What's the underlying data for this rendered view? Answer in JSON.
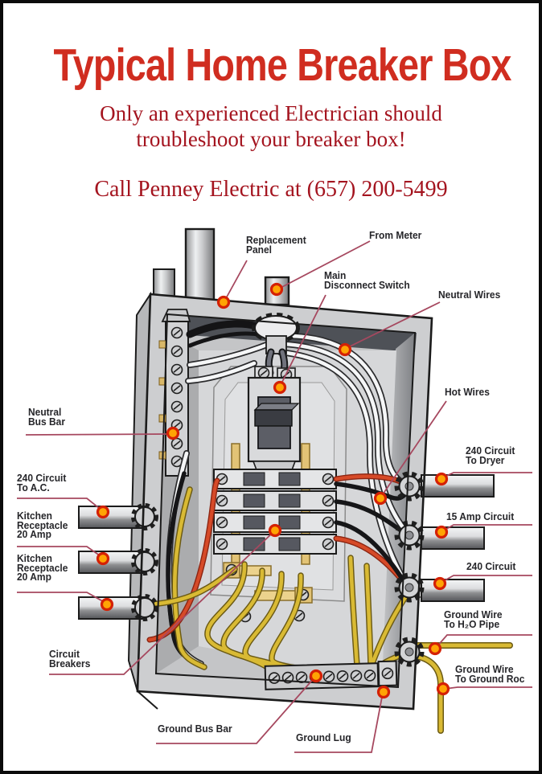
{
  "header": {
    "title": "Typical Home Breaker Box",
    "subtitle": "Only an experienced Electrician should\ntroubleshoot your breaker box!",
    "phone_line": "Call Penney Electric at (657) 200-5499"
  },
  "colors": {
    "title_red": "#d02d20",
    "body_red": "#a4141f",
    "callout_line": "#a6485f",
    "dot_ring": "#d42105",
    "dot_center": "#ffa404",
    "wire_yellow": "#d9ba34",
    "wire_red": "#d64a28",
    "wire_white": "#f5f6f7",
    "wire_black": "#161618",
    "metal_light": "#cdced0",
    "interior_dark": "#4e5157"
  },
  "labels": {
    "replacement_panel": "Replacement\nPanel",
    "from_meter": "From Meter",
    "main_disconnect": "Main\nDisconnect Switch",
    "neutral_wires": "Neutral Wires",
    "hot_wires": "Hot Wires",
    "circuit_240_dryer": "240 Circuit\nTo Dryer",
    "amp_15_circuit": "15 Amp Circuit",
    "circuit_240": "240 Circuit",
    "ground_wire_h2o": "Ground Wire\nTo H₂O Pipe",
    "ground_wire_rod": "Ground Wire\nTo Ground Roc",
    "neutral_bus_bar": "Neutral\nBus Bar",
    "circuit_240_ac": "240 Circuit\nTo A.C.",
    "kitchen_receptacle_1": "Kitchen\nReceptacle\n20 Amp",
    "kitchen_receptacle_2": "Kitchen\nReceptacle\n20 Amp",
    "circuit_breakers": "Circuit\nBreakers",
    "ground_bus_bar": "Ground Bus Bar",
    "ground_lug": "Ground Lug"
  }
}
